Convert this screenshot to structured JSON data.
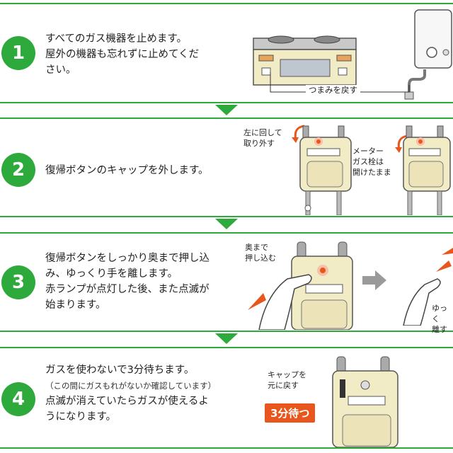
{
  "steps": [
    {
      "number": "1",
      "lines": [
        "すべてのガス機器を止めます。",
        "屋外の機器も忘れずに止めてくだ",
        "さい。"
      ],
      "labels": {
        "knob": "つまみを戻す"
      }
    },
    {
      "number": "2",
      "lines": [
        "復帰ボタンのキャップを外します。"
      ],
      "labels": {
        "rotate_l1": "左に回して",
        "rotate_l2": "取り外す",
        "valve_l1": "メーター",
        "valve_l2": "ガス栓は",
        "valve_l3": "開けたまま"
      }
    },
    {
      "number": "3",
      "lines": [
        "復帰ボタンをしっかり奥まで押し込",
        "み、ゆっくり手を離します。",
        "赤ランプが点灯した後、また点滅が",
        "始まります。"
      ],
      "labels": {
        "push_l1": "奥まで",
        "push_l2": "押し込む",
        "release_l1": "ゆっく",
        "release_l2": "離す"
      }
    },
    {
      "number": "4",
      "lines": [
        "ガスを使わないで3分待ちます。",
        "（この間にガスもれがないか確認しています）",
        "点滅が消えていたらガスが使えるよ",
        "うになります。"
      ],
      "labels": {
        "cap_l1": "キャップを",
        "cap_l2": "元に戻す",
        "wait_badge": "3分待つ"
      }
    }
  ],
  "colors": {
    "green": "#2eaa3c",
    "orange": "#e8561e",
    "meter_body": "#f1ecc6"
  }
}
